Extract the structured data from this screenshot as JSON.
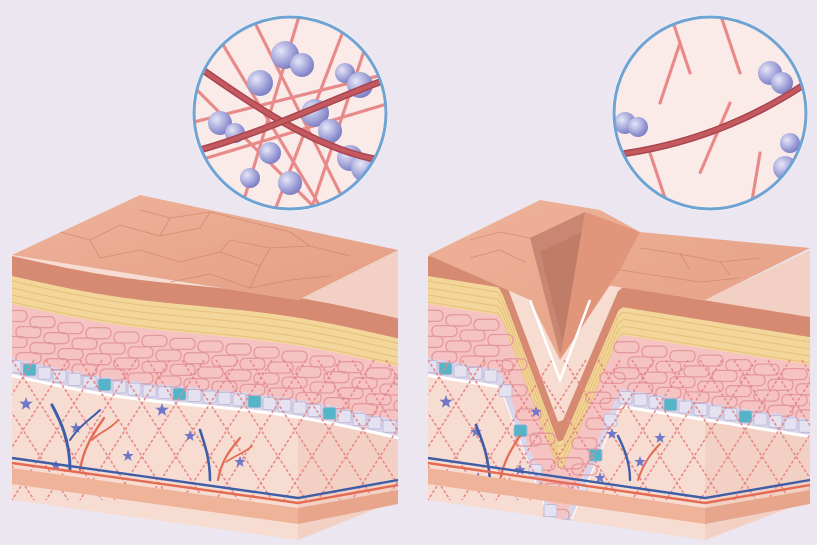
{
  "colors": {
    "background": "#ece6f0",
    "epidermis_top": "#e8a488",
    "epidermis_side": "#d68a72",
    "cell_line": "#c97e6b",
    "yellow_layer": "#f3d79a",
    "pink_layer": "#f6c3c3",
    "cell_outline": "#e39a9f",
    "basal_light": "#d9d5ea",
    "basal_teal": "#54b5c9",
    "dermis": "#f7dcd2",
    "fiber": "#e88a8a",
    "collagen_strand": "#c45a60",
    "fibroblast_star": "#7177c6",
    "cell_sphere": "#a7a9dc",
    "vein": "#3f5ea8",
    "artery": "#e56a52",
    "base_strip": "#efb399",
    "circle_ring": "#6fa3d4",
    "circle_fill": "#fbebe8"
  },
  "panels": [
    {
      "name": "youthful-skin",
      "state": "smooth"
    },
    {
      "name": "aged-skin",
      "state": "wrinkle"
    }
  ]
}
